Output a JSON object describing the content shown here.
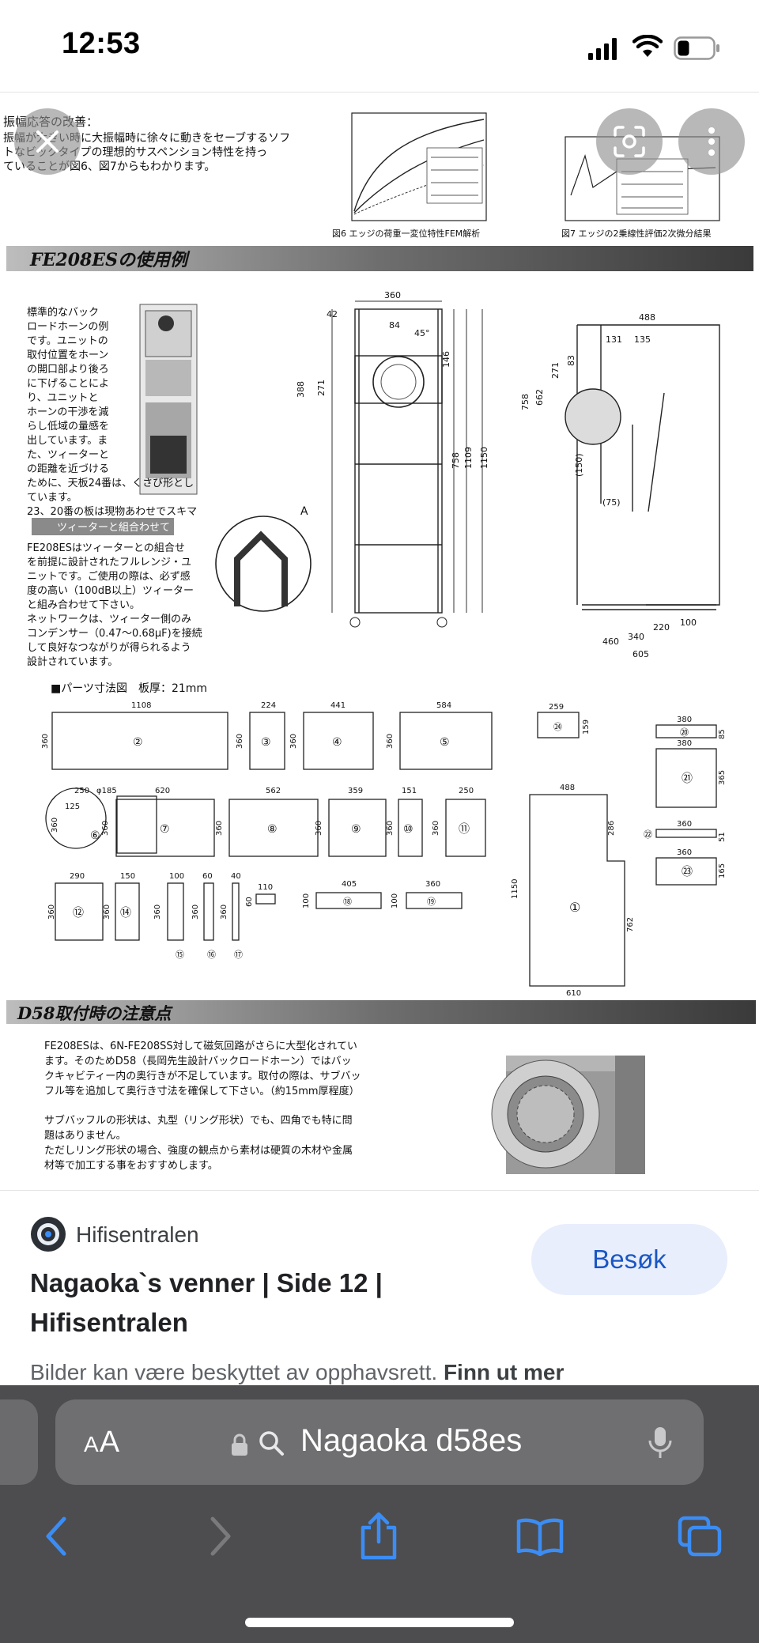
{
  "status_bar": {
    "time": "12:53"
  },
  "document": {
    "intro_heading": "振幅応答の改善：",
    "intro_lines": [
      "振幅が大きい時に大振幅時に徐々に動きをセーブするソフ",
      "トなビックタイプの理想的サスペンション特性を持っ",
      "ていることが図6、図7からもわかります。"
    ],
    "fig6_caption": "図6 エッジの荷重一変位特性FEM解析",
    "fig7_caption": "図7 エッジの2乗線性評価2次微分結果",
    "section1_title": "FE208ESの使用例",
    "backload_lines": [
      "標準的なバック",
      "ロードホーンの例",
      "です。ユニットの",
      "取付位置をホーン",
      "の開口部より後ろ",
      "に下げることによ",
      "り、ユニットと",
      "ホーンの干渉を減",
      "らし低域の量感を",
      "出しています。ま",
      "た、ツィーターと",
      "の距離を近づける",
      "ために、天板24番は、くさび形とし",
      "ています。",
      "23、20番の板は現物あわせでスキマ"
    ],
    "tweeter_heading": "ツィーターと組合わせて",
    "tweeter_lines": [
      "FE208ESはツィーターとの組合せ",
      "を前提に設計されたフルレンジ・ユ",
      "ニットです。ご使用の際は、必ず感",
      "度の高い（100dB以上）ツィーター",
      "と組み合わせて下さい。",
      "ネットワークは、ツィーター側のみ",
      "コンデンサー（0.47〜0.68μF)を接続",
      "して良好なつながりが得られるよう",
      "設計されています。"
    ],
    "parts_heading": "■パーツ寸法図　板厚：21mm",
    "front_dims": {
      "width": "360",
      "left": "42",
      "top": "84",
      "angle": "45°",
      "h1": "146",
      "h2": "388",
      "h3": "271",
      "h4": "758",
      "h5": "1109",
      "h6": "1150"
    },
    "side_dims": {
      "depth": "488",
      "a": "131",
      "b": "135",
      "h1": "83",
      "h2": "271",
      "h3": "662",
      "h4": "758",
      "s1": "(75)",
      "s2": "(150)",
      "base1": "220",
      "base2": "100",
      "base3": "340",
      "base4": "460",
      "base5": "605",
      "detail_label": "A"
    },
    "panels": [
      {
        "num": "②",
        "w": "1108",
        "h": "360"
      },
      {
        "num": "③",
        "w": "224",
        "h": "360"
      },
      {
        "num": "④",
        "w": "441",
        "h": "360"
      },
      {
        "num": "⑤",
        "w": "584",
        "h": "360"
      },
      {
        "num": "⑥",
        "w": "250",
        "h": "360"
      },
      {
        "num": "⑦",
        "w": "620",
        "h": "360"
      },
      {
        "num": "⑧",
        "w": "562",
        "h": "360"
      },
      {
        "num": "⑨",
        "w": "359",
        "h": "360"
      },
      {
        "num": "⑩",
        "w": "151",
        "h": "360"
      },
      {
        "num": "⑪",
        "w": "250",
        "h": "360"
      },
      {
        "num": "⑫",
        "w": "290",
        "h": "360"
      },
      {
        "num": "⑭",
        "w": "150",
        "h": "360"
      },
      {
        "num": "⑮",
        "w": "100",
        "h": "360"
      },
      {
        "num": "⑯",
        "w": "60",
        "h": "360"
      },
      {
        "num": "⑰",
        "w": "40",
        "h": "360"
      },
      {
        "num": "⑱",
        "w": "405",
        "h": "100"
      },
      {
        "num": "⑲",
        "w": "360",
        "h": "100"
      },
      {
        "num": "⑳",
        "w": "380",
        "h": "85"
      },
      {
        "num": "㉑",
        "w": "380",
        "h": "365"
      },
      {
        "num": "㉒",
        "w": "360",
        "h": "51"
      },
      {
        "num": "㉓",
        "w": "360",
        "h": "165"
      },
      {
        "num": "㉔",
        "w": "259",
        "h": "159"
      }
    ],
    "side_panel": {
      "num": "①",
      "w": "488",
      "h": "1150",
      "a": "286",
      "b": "762",
      "base": "610"
    },
    "small_parts": {
      "d185": "φ185",
      "s110": "110",
      "s60": "60",
      "s125": "125"
    },
    "section2_title": "D58取付時の注意点",
    "d58_para1": [
      "FE208ESは、6N-FE208SS対して磁気回路がさらに大型化されてい",
      "ます。そのためD58（長岡先生設計バックロードホーン）ではバッ",
      "クキャビティー内の奥行きが不足しています。取付の際は、サブバッ",
      "フル等を追加して奥行き寸法を確保して下さい。（約15mm厚程度）"
    ],
    "d58_para2": [
      "サブバッフルの形状は、丸型（リング形状）でも、四角でも特に問",
      "題はありません。",
      "ただしリング形状の場合、強度の観点から素材は硬質の木材や金属",
      "材等で加工する事をおすすめします。"
    ]
  },
  "result": {
    "site_name": "Hifisentralen",
    "title": "Nagaoka`s venner | Side 12 | Hifisentralen",
    "visit_label": "Besøk",
    "copyright_text": "Bilder kan være beskyttet av opphavsrett.",
    "learn_more": "Finn ut mer"
  },
  "safari": {
    "aa_small": "A",
    "aa_large": "A",
    "url_text": "Nagaoka d58es"
  },
  "icons": {
    "close": "close-icon",
    "lens": "lens-icon",
    "more": "more-vertical-icon",
    "back": "chevron-left-icon",
    "forward": "chevron-right-icon",
    "share": "share-icon",
    "bookmarks": "book-icon",
    "tabs": "tabs-icon"
  },
  "colors": {
    "accent": "#1a56c4",
    "visit_bg": "#e8eefc",
    "toolbar_bg": "#4d4d4f",
    "toolbar_blue": "#3b8df5"
  }
}
